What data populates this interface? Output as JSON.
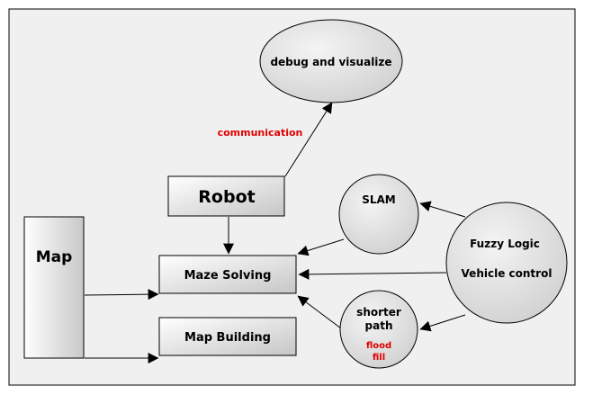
{
  "nodes": {
    "map": {
      "label": "Map"
    },
    "robot": {
      "label": "Robot"
    },
    "maze_solving": {
      "label": "Maze Solving"
    },
    "map_building": {
      "label": "Map Building"
    },
    "debug": {
      "label": "debug and visualize"
    },
    "slam": {
      "label": "SLAM"
    },
    "fuzzy": {
      "line1": "Fuzzy Logic",
      "line2": "Vehicle control"
    },
    "shorter": {
      "line1": "shorter",
      "line2": "path",
      "note1": "flood",
      "note2": "fill"
    }
  },
  "edge_labels": {
    "robot_to_debug": "communication"
  },
  "colors": {
    "frame_bg": "#f0f0f0",
    "accent_red": "#e00000",
    "node_fill_light": "#ffffff",
    "node_fill_dark": "#c8c8c8",
    "ellipse_fill": "#dcdcdc"
  }
}
